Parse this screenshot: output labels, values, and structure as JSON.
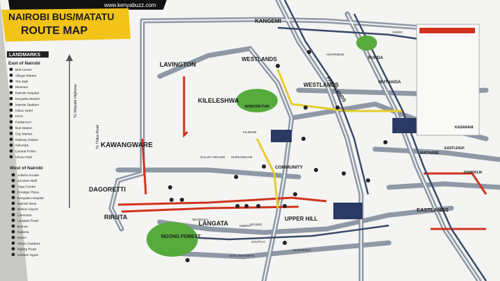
{
  "header": {
    "url": "www.kenyabuzz.com",
    "title_line1": "NAIROBI BUS/MATATU",
    "title_line2": "ROUTE MAP"
  },
  "legend": {
    "heading": "LANDMARKS",
    "east_title": "East of Nairobi",
    "east_items": [
      "Bell Centre",
      "Village Market",
      "The Mall",
      "Museum",
      "Nairobi Hospital",
      "Kenyatta Market",
      "Nairobi Stadium",
      "Hilton Hotel",
      "KICC",
      "Parliament",
      "Bus Station",
      "City Market",
      "Railway Station",
      "Gikomba",
      "Central Police",
      "Uhuru Park"
    ],
    "west_title": "West of Nairobi",
    "west_items": [
      "Adams Arcade",
      "Junction Mall",
      "Yaya Centre",
      "Prestige Plaza",
      "Kenyatta Hospital",
      "Nairobi West",
      "Wilson Airport",
      "Carnivore",
      "Langata Road",
      "Bomas",
      "Galleria",
      "Karen",
      "Uhuru Gardens",
      "Ngong Road",
      "Uchumi Hyper"
    ]
  },
  "areas": {
    "kangemi": "KANGEMI",
    "lavington": "LAVINGTON",
    "westlands_1": "WESTLANDS",
    "westlands_2": "WESTLANDS",
    "kileleshwa": "KILELESHWA",
    "arboretum": "ARBORETUM",
    "kawangware": "KAWANGWARE",
    "dagoretti": "DAGORETTI",
    "riruta": "RIRUTA",
    "langata": "LANGATA",
    "ngong_forest": "NGONG FOREST",
    "upper_hill": "UPPER HILL",
    "community": "COMMUNITY",
    "parklands": "PARKLANDS",
    "eastlands": "EASTLANDS",
    "runda": "RUNDA",
    "muthaiga": "MUTHAIGA",
    "kilimani": "KILIMANI",
    "valley_arcade": "VALLEY ARCADE",
    "hurlingham": "HURLINGHAM",
    "woodley": "WOODLEY",
    "kibera": "KIBERA",
    "ngumo": "NGUMO",
    "mathare": "MATHARE",
    "highridge": "HIGHRIDGE",
    "gigiri": "GIGIRI",
    "kasarani": "KASARANI",
    "eastleigh": "EASTLEIGH",
    "madaraka": "MADARAKA",
    "south_c": "SOUTH C",
    "civil_servants": "CIVIL SERVANTS",
    "donholm": "DONHOLM"
  },
  "roads": {
    "waiyaki": "To Waiyaki Highway",
    "thika": "To Thika Road"
  },
  "colors": {
    "banner_yellow": "#f2c318",
    "park_green": "#56ab3c",
    "road_grey": "#8f98a6",
    "route_red": "#d0321d",
    "route_yellow": "#e8cc2c"
  }
}
